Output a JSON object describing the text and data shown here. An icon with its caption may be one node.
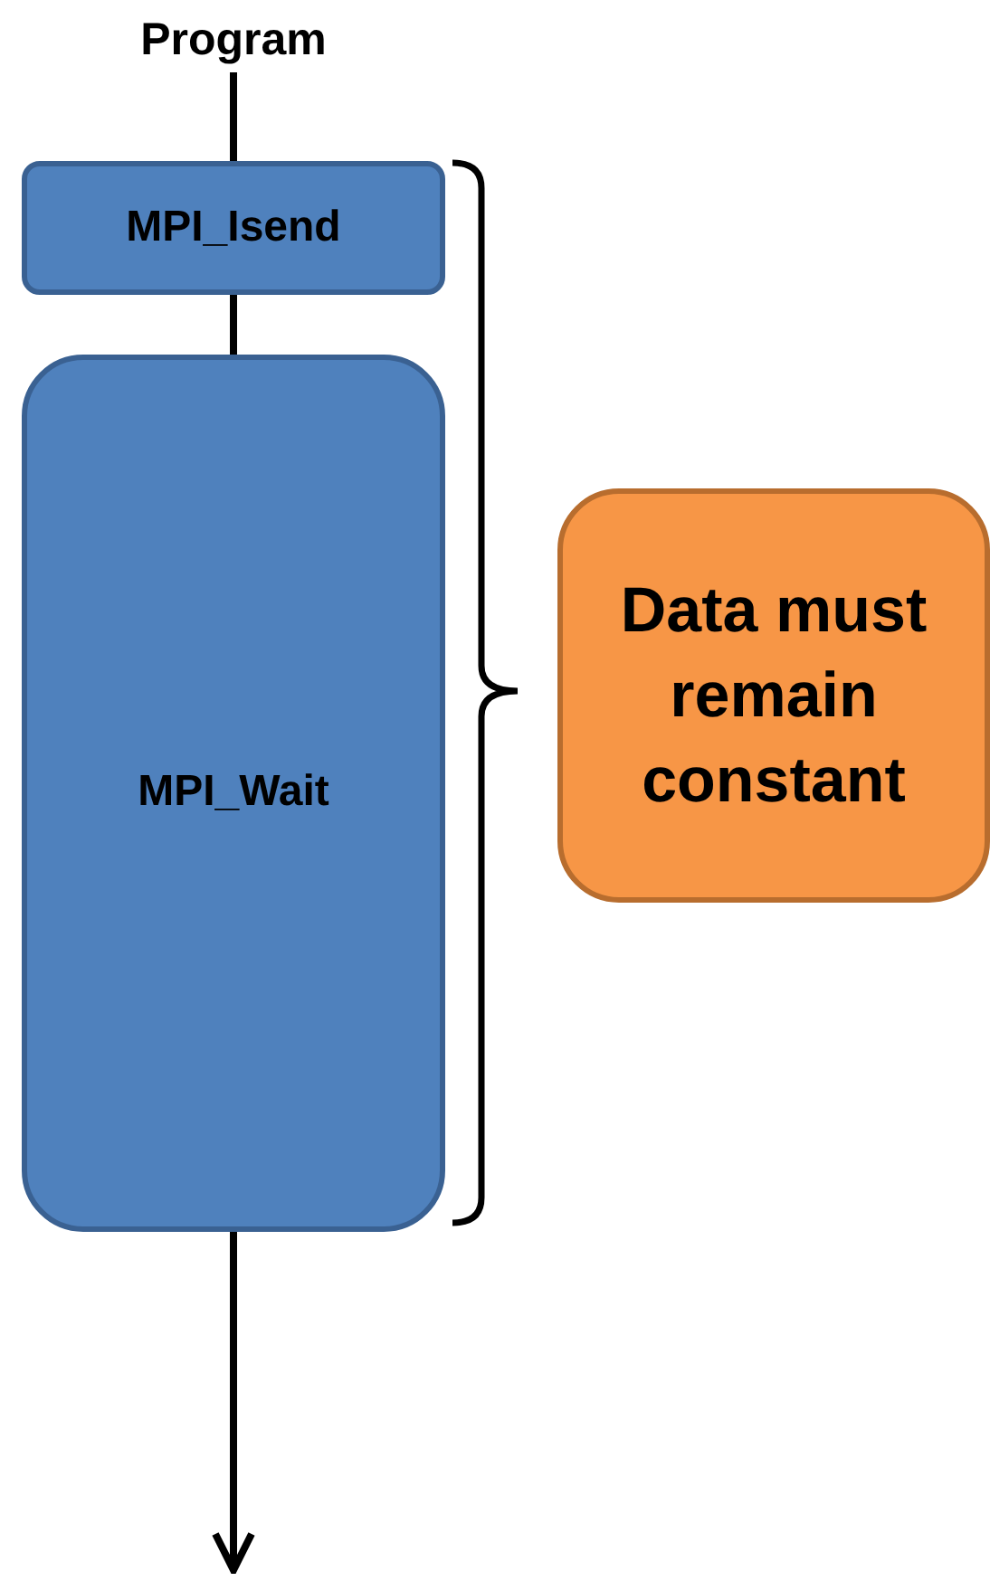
{
  "diagram": {
    "nodes": [
      {
        "text": [
          "Program"
        ]
      },
      {
        "text": [
          "MPI_Isend"
        ]
      },
      {
        "text": [
          "MPI_Wait"
        ]
      },
      {
        "text": [
          "Data must remain constant"
        ]
      }
    ],
    "edges": [
      {
        "from": 0,
        "to": 1,
        "arrow": "none"
      },
      {
        "from": 1,
        "to": 2,
        "arrow": "none"
      },
      {
        "from": 2,
        "to": null,
        "arrow": "to"
      }
    ]
  }
}
